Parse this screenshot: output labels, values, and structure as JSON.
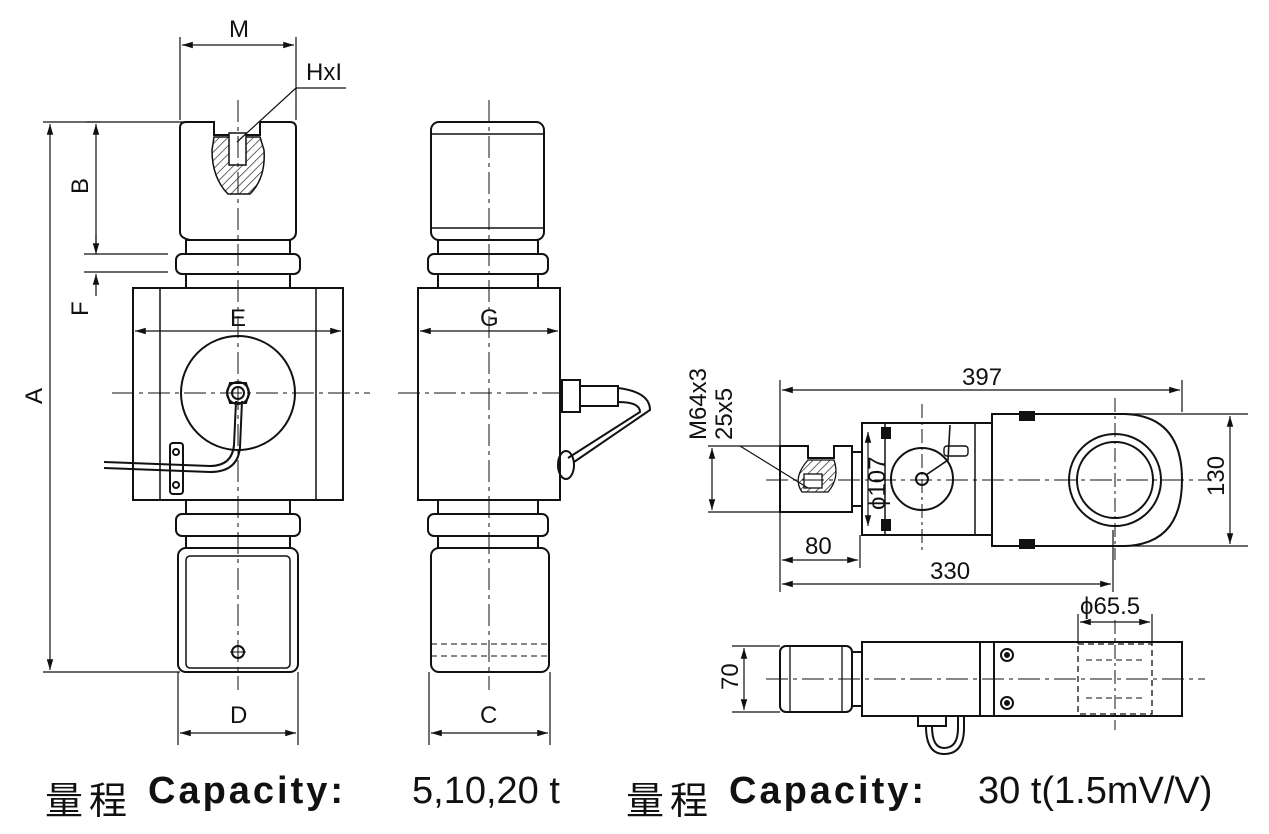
{
  "dimensions": {
    "front": {
      "M": "M",
      "HxI": "HxI",
      "B": "B",
      "F": "F",
      "E": "E",
      "A": "A",
      "D": "D"
    },
    "side": {
      "G": "G",
      "C": "C"
    },
    "top": {
      "m64": "M64x3",
      "d25": "25x5",
      "l397": "397",
      "l80": "80",
      "l330": "330",
      "phi107": "ϕ107",
      "h130": "130"
    },
    "bottom": {
      "h70": "70",
      "phi65": "ϕ65.5"
    }
  },
  "caption": {
    "left_cn": "量程",
    "left_label": "Capacity:",
    "left_value": "5,10,20 t",
    "right_cn": "量程",
    "right_label": "Capacity:",
    "right_value": "30 t(1.5mV/V)"
  }
}
